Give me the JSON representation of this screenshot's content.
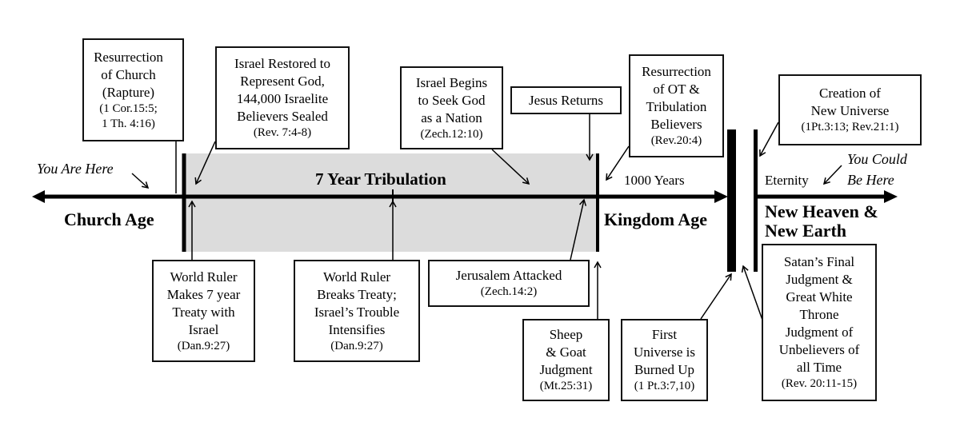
{
  "periods": {
    "church_age": "Church Age",
    "tribulation": "7 Year Tribulation",
    "thousand_years": "1000 Years",
    "kingdom_age": "Kingdom Age",
    "eternity": "Eternity",
    "new_heaven": [
      "New Heaven &",
      "New Earth"
    ]
  },
  "markers": {
    "you_are_here": "You Are Here",
    "you_could_be_here": [
      "You Could",
      "Be Here"
    ]
  },
  "events_above": [
    {
      "lines": [
        "Resurrection",
        "of Church",
        "(Rapture)"
      ],
      "ref": [
        "(1 Cor.15:5;",
        "1 Th. 4:16)"
      ]
    },
    {
      "lines": [
        "Israel Restored to",
        "Represent God,",
        "144,000 Israelite",
        "Believers Sealed"
      ],
      "ref": [
        "(Rev. 7:4-8)"
      ]
    },
    {
      "lines": [
        "Israel Begins",
        "to Seek God",
        "as a Nation"
      ],
      "ref": [
        "(Zech.12:10)"
      ]
    },
    {
      "lines": [
        "Jesus Returns"
      ],
      "ref": []
    },
    {
      "lines": [
        "Resurrection",
        "of OT &",
        "Tribulation",
        "Believers"
      ],
      "ref": [
        "(Rev.20:4)"
      ]
    },
    {
      "lines": [
        "Creation of",
        "New Universe"
      ],
      "ref": [
        "(1Pt.3:13; Rev.21:1)"
      ]
    }
  ],
  "events_below": [
    {
      "lines": [
        "World Ruler",
        "Makes 7 year",
        "Treaty with",
        "Israel"
      ],
      "ref": [
        "(Dan.9:27)"
      ]
    },
    {
      "lines": [
        "World Ruler",
        "Breaks Treaty;",
        "Israel’s Trouble",
        "Intensifies"
      ],
      "ref": [
        "(Dan.9:27)"
      ]
    },
    {
      "lines": [
        "Jerusalem Attacked"
      ],
      "ref": [
        "(Zech.14:2)"
      ]
    },
    {
      "lines": [
        "Sheep",
        "& Goat",
        "Judgment"
      ],
      "ref": [
        "(Mt.25:31)"
      ]
    },
    {
      "lines": [
        "First",
        "Universe is",
        "Burned Up"
      ],
      "ref": [
        "(1 Pt.3:7,10)"
      ]
    },
    {
      "lines": [
        "Satan’s Final",
        "Judgment &",
        "Great White",
        "Throne",
        "Judgment of",
        "Unbelievers of",
        "all Time"
      ],
      "ref": [
        "(Rev. 20:11-15)"
      ]
    }
  ],
  "colors": {
    "tribulation_fill": "#dcdcdc",
    "ink": "#000000"
  }
}
